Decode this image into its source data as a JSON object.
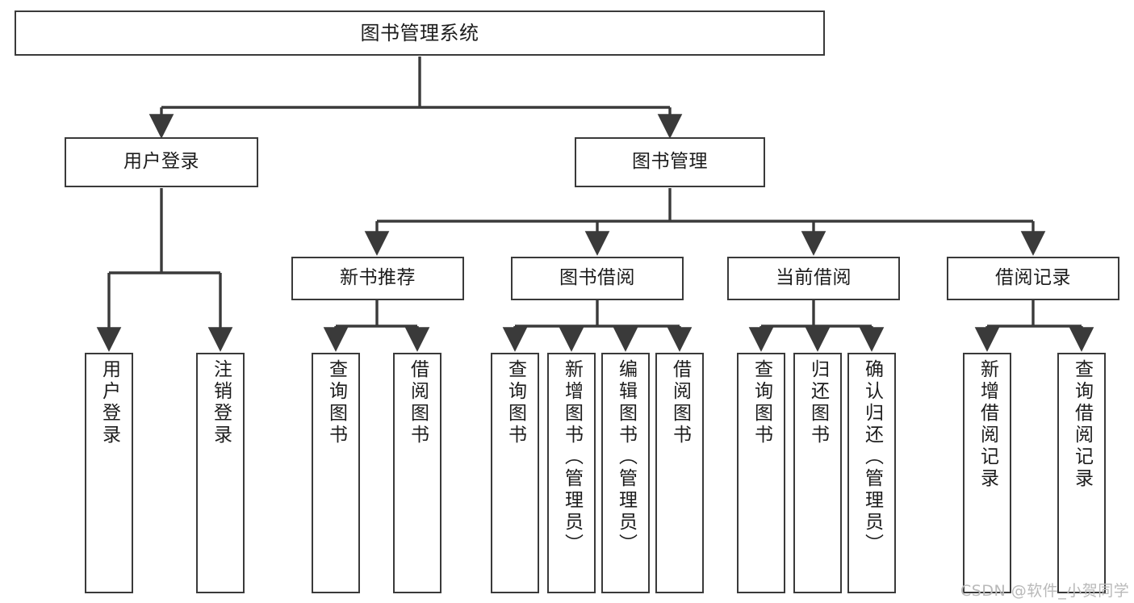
{
  "diagram": {
    "title": "图书管理系统",
    "type": "hierarchy-tree",
    "orientation": "top-down",
    "colors": {
      "box_border": "#3a3a3a",
      "box_fill": "#ffffff",
      "connector": "#3a3a3a",
      "text": "#1c1c1c",
      "watermark": "#b9b9b9"
    },
    "nodes": {
      "root": {
        "label": "图书管理系统",
        "orientation": "horizontal"
      },
      "level1": [
        {
          "id": "user-login",
          "label": "用户登录",
          "orientation": "horizontal"
        },
        {
          "id": "book-manage",
          "label": "图书管理",
          "orientation": "horizontal"
        }
      ],
      "level2": [
        {
          "id": "new-book-recommend",
          "label": "新书推荐",
          "orientation": "horizontal",
          "parent": "book-manage"
        },
        {
          "id": "book-borrow",
          "label": "图书借阅",
          "orientation": "horizontal",
          "parent": "book-manage"
        },
        {
          "id": "current-borrow",
          "label": "当前借阅",
          "orientation": "horizontal",
          "parent": "book-manage"
        },
        {
          "id": "borrow-record",
          "label": "借阅记录",
          "orientation": "horizontal",
          "parent": "book-manage"
        }
      ],
      "leaves": [
        {
          "id": "leaf-user-login",
          "label": "用户登录",
          "parent": "user-login"
        },
        {
          "id": "leaf-user-logout",
          "label": "注销登录",
          "parent": "user-login"
        },
        {
          "id": "leaf-query-book-1",
          "label": "查询图书",
          "parent": "new-book-recommend"
        },
        {
          "id": "leaf-borrow-book-1",
          "label": "借阅图书",
          "parent": "new-book-recommend"
        },
        {
          "id": "leaf-query-book-2",
          "label": "查询图书",
          "parent": "book-borrow"
        },
        {
          "id": "leaf-add-book",
          "label": "新增图书（管理员）",
          "parent": "book-borrow"
        },
        {
          "id": "leaf-edit-book",
          "label": "编辑图书（管理员）",
          "parent": "book-borrow"
        },
        {
          "id": "leaf-borrow-book-2",
          "label": "借阅图书",
          "parent": "book-borrow"
        },
        {
          "id": "leaf-query-book-3",
          "label": "查询图书",
          "parent": "current-borrow"
        },
        {
          "id": "leaf-return-book",
          "label": "归还图书",
          "parent": "current-borrow"
        },
        {
          "id": "leaf-confirm-return",
          "label": "确认归还（管理员）",
          "parent": "current-borrow"
        },
        {
          "id": "leaf-add-record",
          "label": "新增借阅记录",
          "parent": "borrow-record"
        },
        {
          "id": "leaf-query-record",
          "label": "查询借阅记录",
          "parent": "borrow-record"
        }
      ]
    },
    "watermark": "CSDN @软件_小贺同学"
  }
}
